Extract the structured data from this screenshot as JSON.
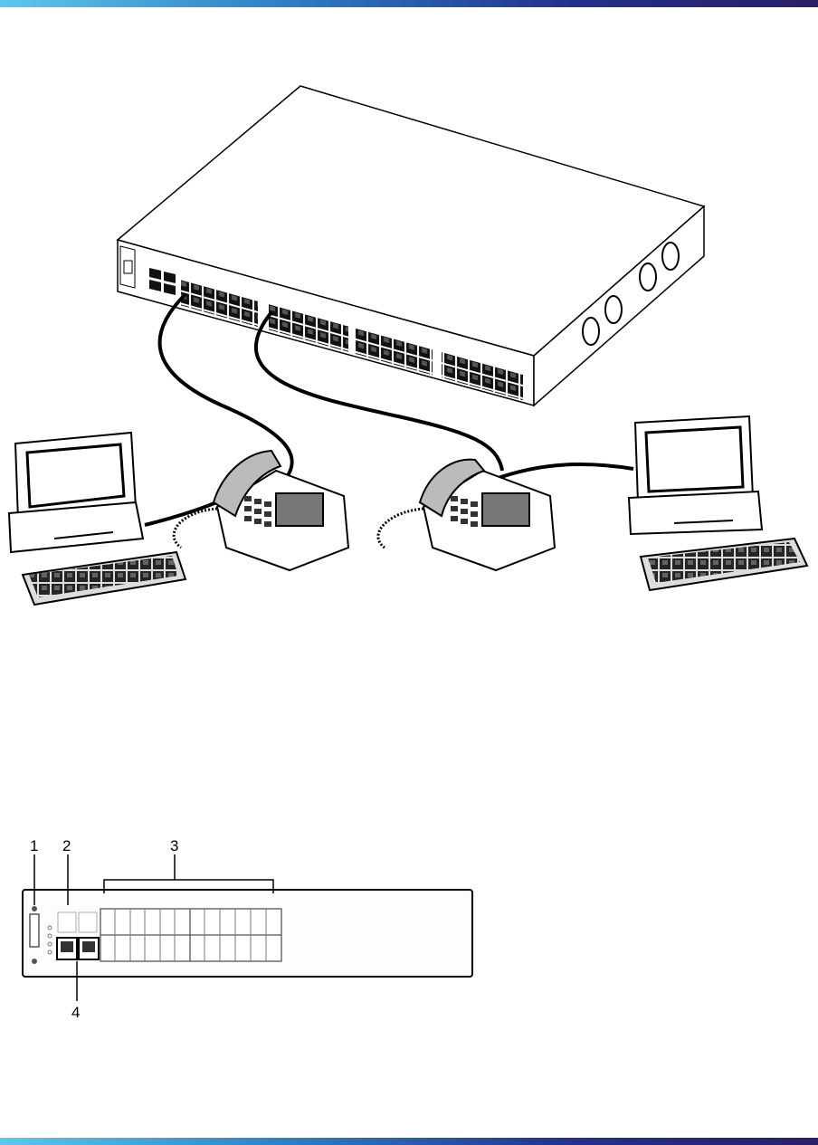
{
  "header_band_color": "#2e4fa8",
  "footer_band_color": "#2e4fa8",
  "figure_network": {
    "devices": [
      "switch-icon",
      "ip-phone-icon",
      "ip-phone-icon",
      "computer-icon",
      "computer-icon"
    ]
  },
  "figure_front_panel": {
    "callouts": [
      {
        "number": "1"
      },
      {
        "number": "2"
      },
      {
        "number": "3"
      },
      {
        "number": "4"
      }
    ]
  }
}
